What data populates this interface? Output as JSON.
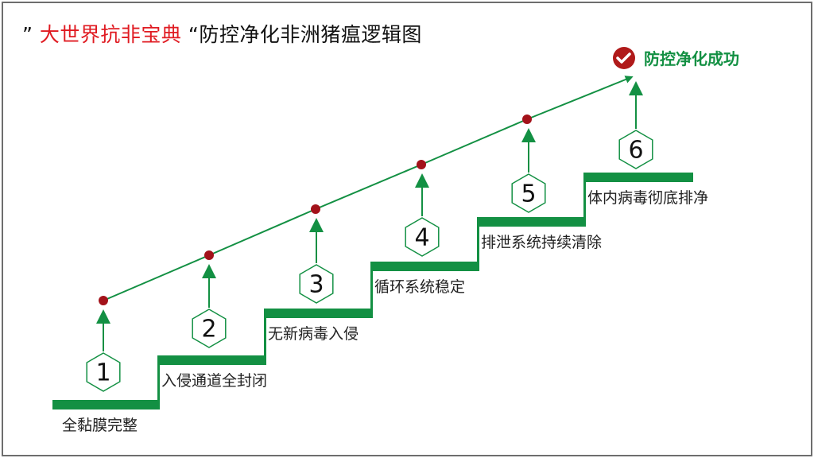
{
  "title": {
    "open_quote": "”",
    "highlight": "大世界抗非宝典",
    "close_quote": "“",
    "rest": "防控净化非洲猪瘟逻辑图"
  },
  "steps": [
    {
      "number": "1",
      "label": "全黏膜完整"
    },
    {
      "number": "2",
      "label": "入侵通道全封闭"
    },
    {
      "number": "3",
      "label": "无新病毒入侵"
    },
    {
      "number": "4",
      "label": "循环系统稳定"
    },
    {
      "number": "5",
      "label": "排泄系统持续清除"
    },
    {
      "number": "6",
      "label": "体内病毒彻底排净"
    }
  ],
  "goal": {
    "label": "防控净化成功",
    "icon": "check-circle-icon"
  },
  "colors": {
    "green": "#139043",
    "dot": "#a3121a",
    "check": "#b01a1a",
    "title_red": "#e01b22"
  }
}
